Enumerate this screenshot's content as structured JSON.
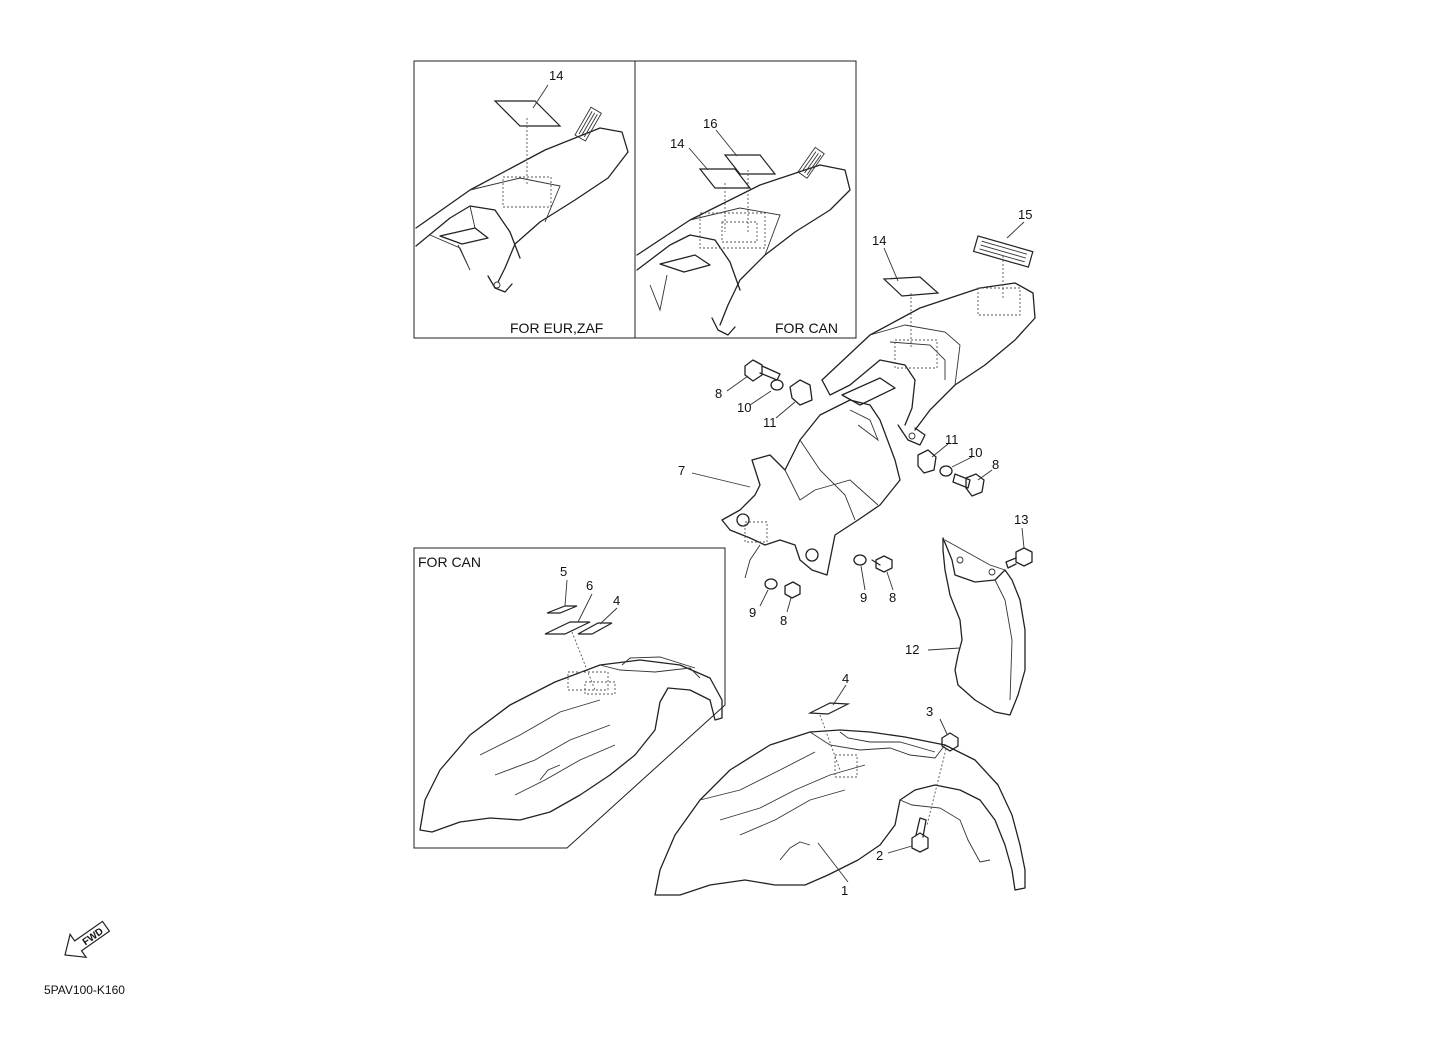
{
  "insets": {
    "eur": {
      "caption": "FOR EUR,ZAF"
    },
    "can_rear": {
      "caption": "FOR CAN"
    },
    "can_front": {
      "caption": "FOR CAN"
    }
  },
  "callouts": {
    "n1": "1",
    "n2": "2",
    "n3": "3",
    "n4_front": "4",
    "n4_can": "4",
    "n5": "5",
    "n6": "6",
    "n7": "7",
    "n8_a": "8",
    "n8_b": "8",
    "n8_c": "8",
    "n8_d": "8",
    "n9_a": "9",
    "n9_b": "9",
    "n10_a": "10",
    "n10_b": "10",
    "n11_a": "11",
    "n11_b": "11",
    "n12": "12",
    "n13": "13",
    "n14_main": "14",
    "n14_eur": "14",
    "n14_can": "14",
    "n15": "15",
    "n16": "16"
  },
  "fwd_label": "FWD",
  "diagram_code": "5PAV100-K160"
}
